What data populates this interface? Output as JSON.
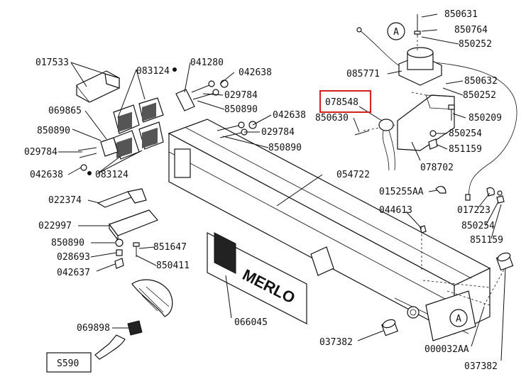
{
  "labels": {
    "p017533": "017533",
    "p083124a": "083124",
    "p041280": "041280",
    "p042638a": "042638",
    "p029784a": "029784",
    "p850890a": "850890",
    "p069865": "069865",
    "p850890b": "850890",
    "p029784b": "029784",
    "p042638b": "042638",
    "p083124b": "083124",
    "p042638c": "042638",
    "p029784c": "029784",
    "p850890c": "850890",
    "p022374": "022374",
    "p022997": "022997",
    "p850890d": "850890",
    "p028693": "028693",
    "p042637": "042637",
    "p851647": "851647",
    "p850411": "850411",
    "p069898": "069898",
    "p066045": "066045",
    "p037382a": "037382",
    "p054722": "054722",
    "p850631": "850631",
    "p850764": "850764",
    "p850252a": "850252",
    "p085771": "085771",
    "p850632": "850632",
    "p850252b": "850252",
    "p078548": "078548",
    "p850630": "850630",
    "p850209": "850209",
    "p850254a": "850254",
    "p851159a": "851159",
    "p078702": "078702",
    "p015255AA": "015255AA",
    "p044613": "044613",
    "p017223": "017223",
    "p850254b": "850254",
    "p851159b": "851159",
    "p000032AA": "000032AA",
    "p037382b": "037382",
    "s590": "S590",
    "markerA1": "A",
    "markerA2": "A",
    "logo_text": "MERLO"
  },
  "highlight_color": "#d32020"
}
